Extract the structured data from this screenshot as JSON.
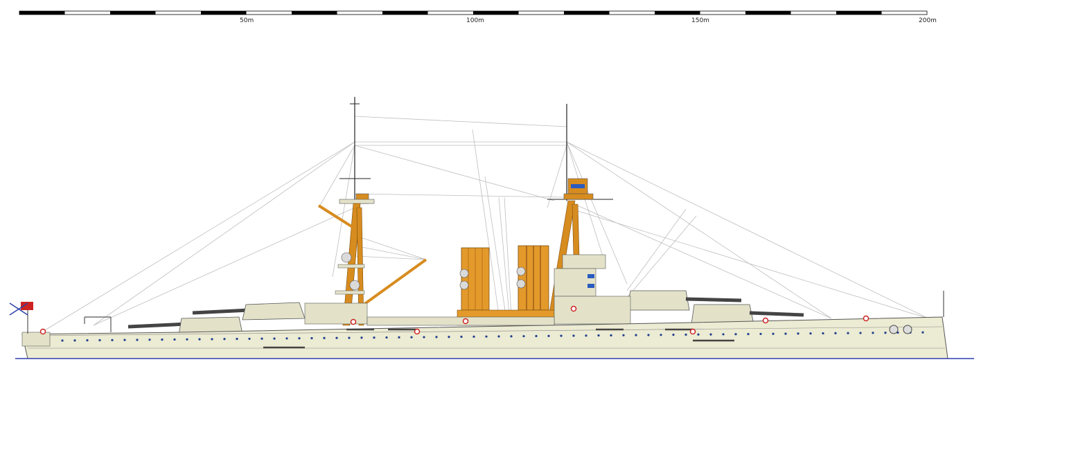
{
  "scale": {
    "labels": [
      "50m",
      "100m",
      "150m",
      "200m"
    ]
  },
  "colors": {
    "hull": "#ecebd3",
    "hull_stroke": "#555555",
    "superstructure": "#e3e2c9",
    "mast": "#d78c1f",
    "funnel": "#e39a2b",
    "funnel_dark": "#b8731b",
    "rigging": "#bdbdbd",
    "waterline": "#2e3bb0",
    "porthole": "#1f3f8f",
    "gun": "#444444",
    "flag_red": "#cc2222",
    "flag_blue": "#2b3fa8"
  },
  "icons": {
    "lifebuoy": "lifebuoy-icon",
    "anchor": "anchor-icon",
    "flag": "naval-ensign-icon"
  }
}
